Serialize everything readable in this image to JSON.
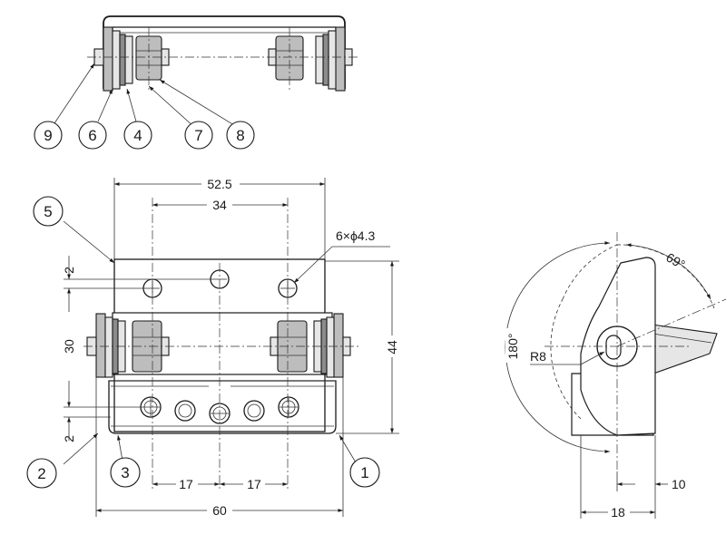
{
  "balloons": [
    "9",
    "6",
    "4",
    "7",
    "8",
    "5",
    "2",
    "3",
    "1"
  ],
  "dimensions": {
    "overall_width_top": "52.5",
    "hole_pitch_top": "34",
    "holes": "6×ϕ4.3",
    "offset_top": "2",
    "height_inner": "30",
    "height_total": "44",
    "offset_bottom": "2",
    "pitch_left": "17",
    "pitch_right": "17",
    "overall_width_bottom": "60",
    "angle_open": "69°",
    "angle_rotation": "180°",
    "radius": "R8",
    "offset_side": "10",
    "depth_side": "18"
  }
}
